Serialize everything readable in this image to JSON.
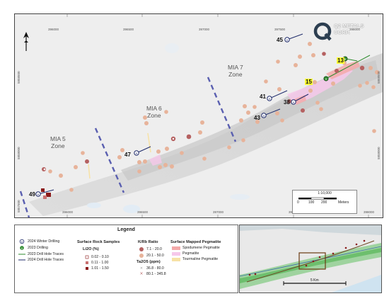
{
  "map": {
    "zones": [
      {
        "id": "mia5",
        "line1": "MIA 5",
        "line2": "Zone"
      },
      {
        "id": "mia6",
        "line1": "MIA 6",
        "line2": "Zone"
      },
      {
        "id": "mia7",
        "line1": "MIA 7",
        "line2": "Zone"
      }
    ],
    "drill_holes": [
      {
        "id": "45",
        "label": "45",
        "year": "2024"
      },
      {
        "id": "13",
        "label": "13",
        "year": "2023"
      },
      {
        "id": "15",
        "label": "15",
        "year": "2023"
      },
      {
        "id": "41",
        "label": "41",
        "year": "2024"
      },
      {
        "id": "38",
        "label": "38",
        "year": "2024"
      },
      {
        "id": "43",
        "label": "43",
        "year": "2024"
      },
      {
        "id": "47",
        "label": "47",
        "year": "2024"
      },
      {
        "id": "49",
        "label": "49",
        "year": "2024"
      }
    ],
    "easting_ticks": [
      "396000",
      "396500",
      "397000",
      "397500",
      "398000"
    ],
    "northing_ticks": [
      "5858500",
      "5858000",
      "5857500"
    ],
    "north_arrow": "north-arrow-icon",
    "scale": {
      "ratio": "1:10,000",
      "t0": "0",
      "t1": "100",
      "t2": "200",
      "unit": "Meters"
    },
    "company": {
      "line1": "Q2 METALS",
      "line2": "CORP."
    }
  },
  "legend": {
    "title": "Legend",
    "drilling_2024": "2024 Winter Drilling",
    "drilling_2023": "2023 Drilling",
    "trace_2023": "2023 Drill Hole Traces",
    "trace_2024": "2024 Drill Hole Traces",
    "rock_head": "Surface Rock Samples",
    "li2o_head": "Li2O (%)",
    "li2o_classes": [
      "0.02 - 0.10",
      "0.11 - 1.00",
      "1.01 - 1.50"
    ],
    "krb_head": "K/Rb Ratio",
    "krb_classes": [
      "7.1 - 20.0",
      "20.1 - 50.0"
    ],
    "ta_head": "Ta2O5 (ppm)",
    "ta_classes": [
      "36.8 - 80.0",
      "80.1 - 345.8"
    ],
    "peg_head": "Surface Mapped Pegmatite",
    "peg_classes": [
      "Spodumene Pegmatite",
      "Pegmatite",
      "Tourmaline Pegmatite"
    ]
  },
  "inset": {
    "scale_label": "5 Km"
  },
  "colors": {
    "spodumene": "#f4a9a9",
    "pegmatite": "#f6c8ea",
    "tourmaline": "#f7e2a6",
    "krb_low": "#b56161",
    "krb_high": "#e7b39a",
    "li_high": "#8b1a1a",
    "li_mid": "#c97070",
    "trace_2023": "#2e8b2e",
    "trace_2024": "#1f2b6b",
    "zone_line": "#5a5fb0"
  }
}
